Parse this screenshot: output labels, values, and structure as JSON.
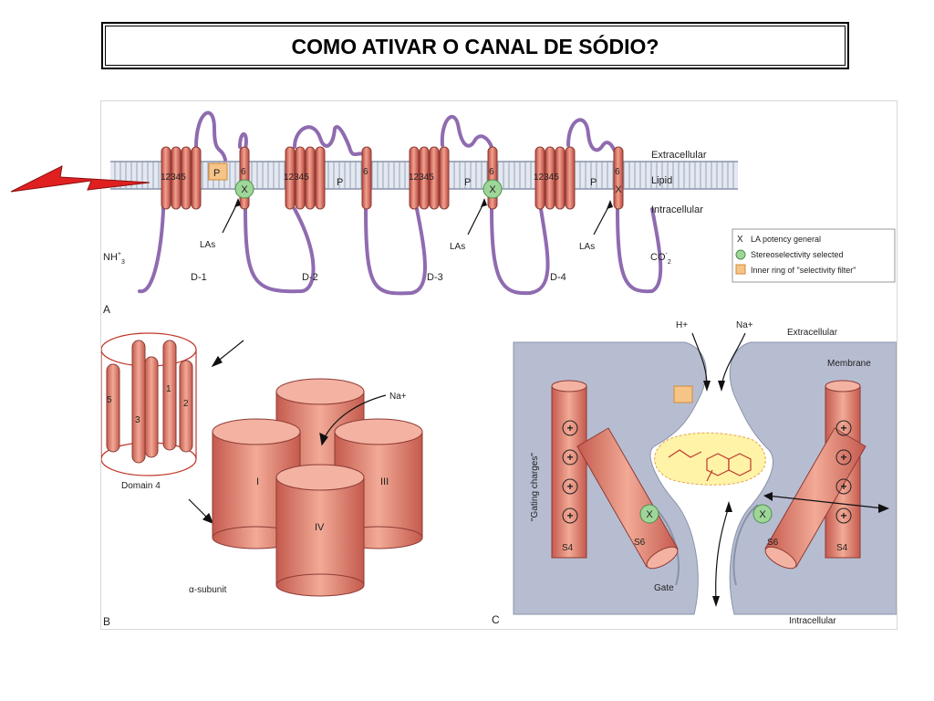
{
  "title": "COMO ATIVAR O CANAL DE SÓDIO?",
  "colors": {
    "helix": "#c8574c",
    "helix_light": "#f0a28f",
    "loop": "#8f6bb0",
    "membrane_fill": "#d7dfec",
    "membrane_stripe": "#9aa3b8",
    "protein_bg": "#b7bdd1",
    "arrow_red": "#e02020",
    "selectivity_green": "#9ed69a",
    "filter_orange": "#f6c486",
    "drug_yellow": "#fff3a8"
  },
  "panel_a": {
    "letter": "A",
    "extracellular": "Extracellular",
    "lipid": "Lipid",
    "intracellular": "Intracellular",
    "n_terminus": "NH",
    "n_terminus_sup": "+",
    "n_terminus_sub": "3",
    "c_terminus": "CO",
    "c_terminus_sup": "-",
    "c_terminus_sub": "2",
    "helix_group_label": "12345",
    "helix_six": "6",
    "p_label": "P",
    "x_label": "X",
    "las_label": "LAs",
    "domains": [
      "D-1",
      "D-2",
      "D-3",
      "D-4"
    ],
    "legend": [
      "LA potency general",
      "Stereoselectivity selected",
      "Inner ring of \"selectivity filter\""
    ]
  },
  "panel_b": {
    "letter": "B",
    "helix_numbers": [
      "1",
      "2",
      "3",
      "5"
    ],
    "domain_label": "Domain 4",
    "na_label": "Na+",
    "subunits": [
      "I",
      "III",
      "IV"
    ],
    "alpha_label": "α-subunit"
  },
  "panel_c": {
    "letter": "C",
    "h_label": "H+",
    "na_label": "Na+",
    "extracellular": "Extracellular",
    "membrane": "Membrane",
    "gating": "\"Gating charges\"",
    "plus": "+",
    "s4": "S4",
    "s6": "S6",
    "x_label": "X",
    "gate": "Gate",
    "intracellular": "Intracellular"
  }
}
